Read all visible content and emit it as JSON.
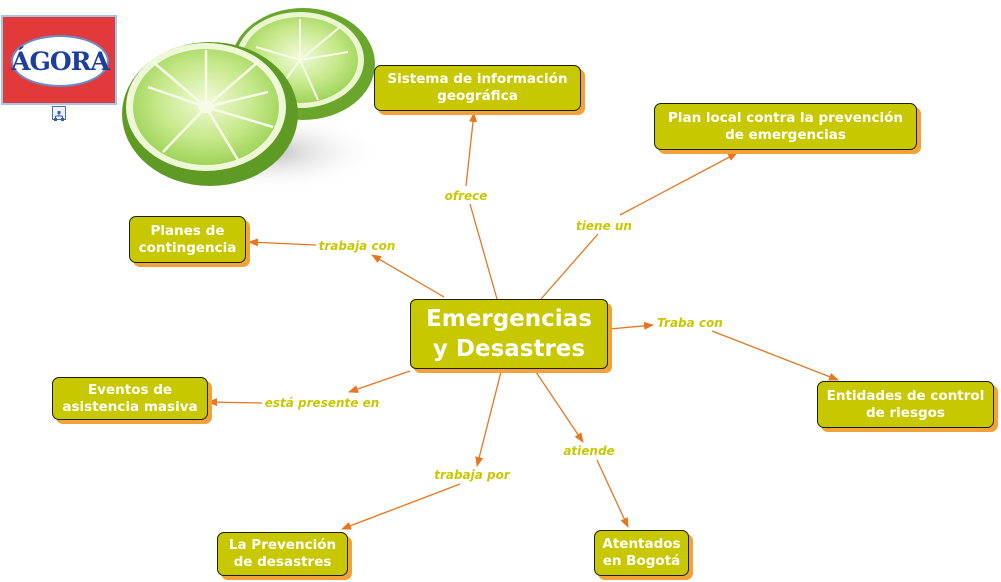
{
  "logo": {
    "text": "ÁGORA",
    "icon": "concept-map-icon"
  },
  "image": {
    "name": "lime-halves-image"
  },
  "center": {
    "label": "Emergencias\ny Desastres"
  },
  "nodes": [
    {
      "id": "sig",
      "label": "Sistema de información\ngeográfica"
    },
    {
      "id": "plan-local",
      "label": "Plan local contra la prevención\nde emergencias"
    },
    {
      "id": "planes-contingencia",
      "label": "Planes de\ncontingencia"
    },
    {
      "id": "entidades",
      "label": "Entidades de control\nde riesgos"
    },
    {
      "id": "eventos",
      "label": "Eventos de\nasistencia masiva"
    },
    {
      "id": "prevencion",
      "label": "La Prevención\nde desastres"
    },
    {
      "id": "atentados",
      "label": "Atentados\nen Bogotá"
    }
  ],
  "links": [
    {
      "label": "ofrece",
      "to": "sig"
    },
    {
      "label": "tiene un",
      "to": "plan-local"
    },
    {
      "label": "trabaja con",
      "to": "planes-contingencia"
    },
    {
      "label": "Traba con",
      "to": "entidades"
    },
    {
      "label": "está presente en",
      "to": "eventos"
    },
    {
      "label": "trabaja por",
      "to": "prevencion"
    },
    {
      "label": "atiende",
      "to": "atentados"
    }
  ],
  "colors": {
    "node_fill": "#c8c800",
    "node_shadow": "#f2a23a",
    "link": "#e8761e",
    "link_label": "#c8c800"
  }
}
